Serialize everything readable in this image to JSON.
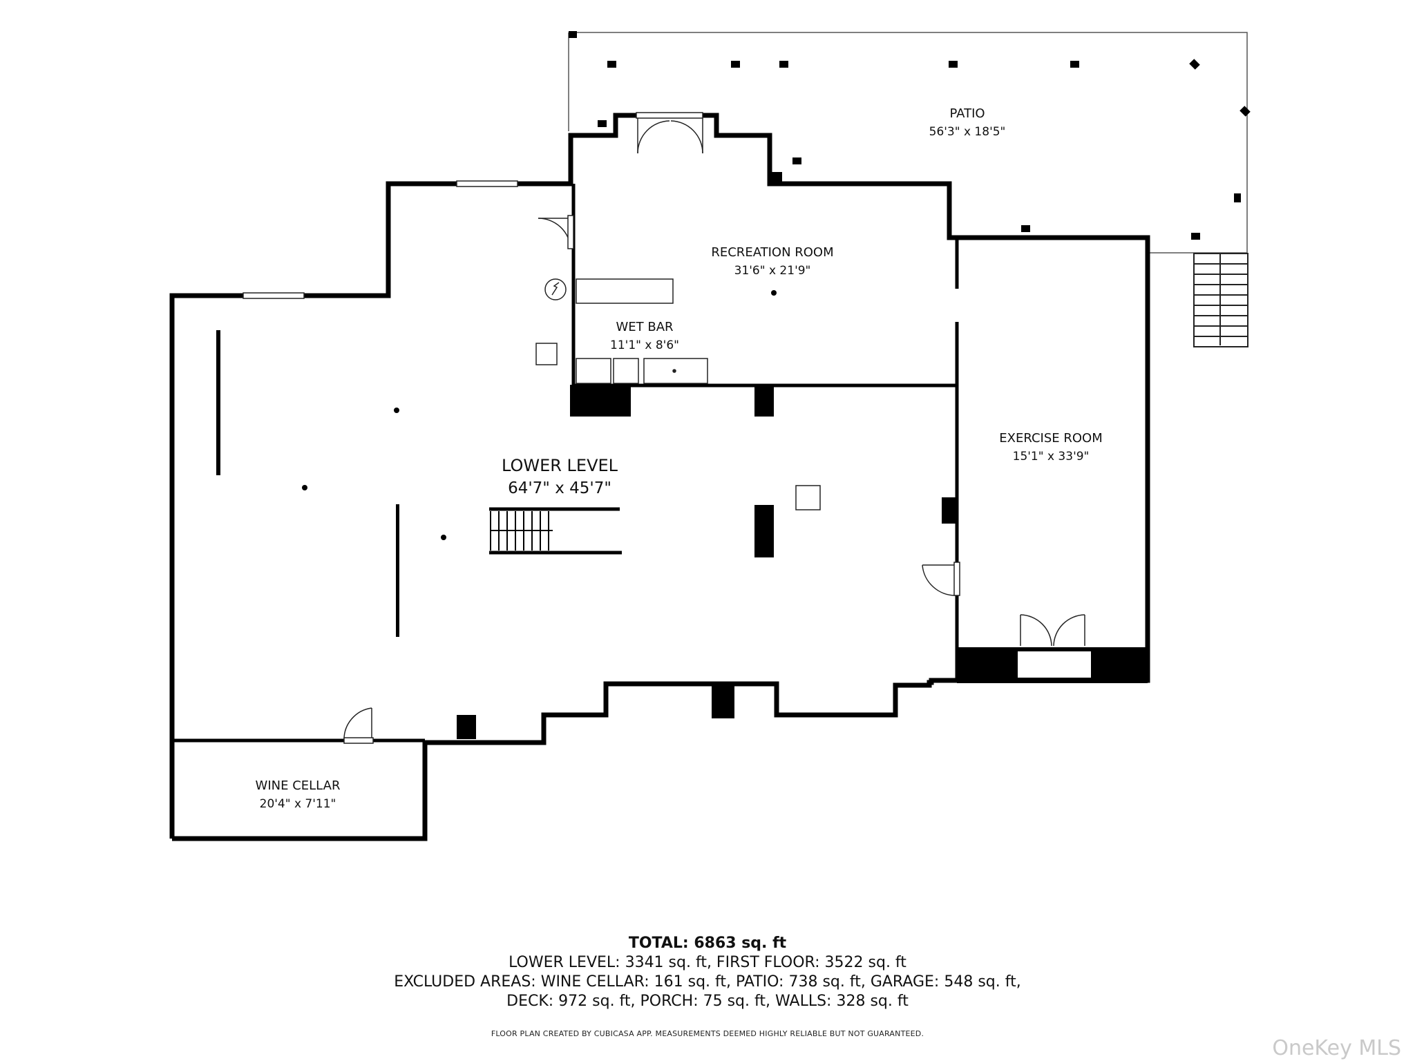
{
  "rooms": {
    "patio": {
      "name": "PATIO",
      "dims": "56'3\" x 18'5\""
    },
    "recreation": {
      "name": "RECREATION ROOM",
      "dims": "31'6\" x 21'9\""
    },
    "wet_bar": {
      "name": "WET BAR",
      "dims": "11'1\" x 8'6\""
    },
    "lower_level": {
      "name": "LOWER LEVEL",
      "dims": "64'7\" x 45'7\""
    },
    "exercise": {
      "name": "EXERCISE ROOM",
      "dims": "15'1\" x 33'9\""
    },
    "wine_cellar": {
      "name": "WINE CELLAR",
      "dims": "20'4\" x 7'11\""
    }
  },
  "summary": {
    "total": "TOTAL: 6863 sq. ft",
    "line1": "LOWER LEVEL: 3341 sq. ft, FIRST FLOOR: 3522 sq. ft",
    "line2": "EXCLUDED AREAS: WINE CELLAR: 161 sq. ft, PATIO: 738 sq. ft, GARAGE: 548 sq. ft,",
    "line3": "DECK: 972 sq. ft, PORCH: 75 sq. ft, WALLS: 328 sq. ft"
  },
  "disclaimer": "FLOOR PLAN CREATED BY CUBICASA APP. MEASUREMENTS DEEMED HIGHLY RELIABLE BUT NOT GUARANTEED.",
  "watermark": "OneKey MLS",
  "colors": {
    "wall": "#000000",
    "background": "#ffffff",
    "watermark": "#c9c9c9"
  }
}
